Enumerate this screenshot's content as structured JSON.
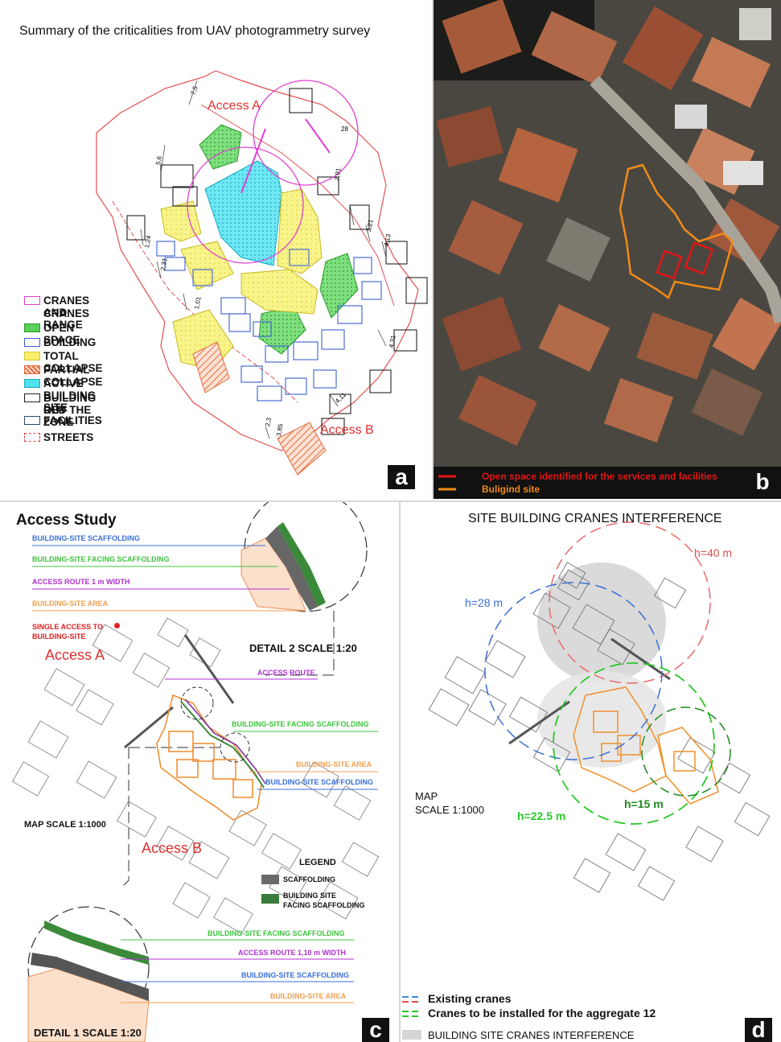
{
  "panel_a": {
    "title": "Summary of the criticalities from UAV photogrammetry survey",
    "access_a": "Access A",
    "access_b": "Access B",
    "legend": [
      {
        "label": "CRANES AND RANGE",
        "label2": "CRANES",
        "swatch": "cranes",
        "color": "#e040d0"
      },
      {
        "label": "OPEN SPACE",
        "label2": "",
        "swatch": "open",
        "color": "#3cc43c"
      },
      {
        "label": "BUILDING",
        "label2": "",
        "swatch": "building",
        "color": "#3a5fd0"
      },
      {
        "label": "TOTAL COLLAPSE",
        "label2": "",
        "swatch": "total",
        "color": "#f6f06a"
      },
      {
        "label": "PARTIAL COLLAPSE",
        "label2": "",
        "swatch": "partial",
        "color": "#e8683a"
      },
      {
        "label": "ACTIVE BUILDING SITE",
        "label2": "",
        "swatch": "active",
        "color": "#4fe3f0"
      },
      {
        "label": "BUILDING OUT THE",
        "label2": "RED ZONE",
        "swatch": "out",
        "color": "#222222"
      },
      {
        "label": "FACILITIES",
        "label2": "",
        "swatch": "facilities",
        "color": "#2a4d6e"
      },
      {
        "label": "STREETS",
        "label2": "",
        "swatch": "streets",
        "color": "#e04040"
      }
    ],
    "dimensions": [
      "7,5",
      "28",
      "5,6",
      "2,91",
      "1,24",
      "2,31",
      "4,13",
      "3,21",
      "1,01",
      "4,31",
      "4,11",
      "2,3",
      "3,85"
    ],
    "letter": "a"
  },
  "panel_b": {
    "legend_red": "Open space identified for the services and facilities",
    "legend_orange": "Buligind site",
    "letter": "b"
  },
  "panel_c": {
    "title": "Access Study",
    "callouts_top": [
      {
        "text": "BUILDING-SITE SCAFFOLDING",
        "color": "#3a6fd8"
      },
      {
        "text": "BUILDING-SITE FACING SCAFFOLDING",
        "color": "#3cc43c"
      },
      {
        "text": "ACCESS ROUTE 1 m WIDTH",
        "color": "#b030d0"
      },
      {
        "text": "BUILDING-SITE AREA",
        "color": "#f0a050"
      },
      {
        "text": "SINGLE ACCESS TO",
        "color": "#e02020"
      },
      {
        "text": "BUILDING-SITE",
        "color": "#e02020"
      }
    ],
    "access_a": "Access A",
    "access_b": "Access B",
    "access_route": "ACCESS ROUTE",
    "callouts_mid": [
      {
        "text": "BUILDING-SITE FACING SCAFFOLDING",
        "color": "#3cc43c"
      },
      {
        "text": "BUILDING-SITE AREA",
        "color": "#f0a050"
      },
      {
        "text": "BUILDING-SITE SCAFFOLDING",
        "color": "#3a6fd8"
      }
    ],
    "detail2": "DETAIL 2 SCALE 1:20",
    "map_scale": "MAP SCALE 1:1000",
    "legend_title": "LEGEND",
    "legend_scaffolding": "SCAFFOLDING",
    "legend_facing_1": "BUILDING SITE",
    "legend_facing_2": "FACING SCAFFOLDING",
    "callouts_bottom": [
      {
        "text": "BUILDING-SITE FACING SCAFFOLDING",
        "color": "#3cc43c"
      },
      {
        "text": "ACCESS ROUTE 1,10 m WIDTH",
        "color": "#b030d0"
      },
      {
        "text": "BUILDING-SITE SCAFFOLDING",
        "color": "#3a6fd8"
      },
      {
        "text": "BUILDING-SITE AREA",
        "color": "#f0a050"
      }
    ],
    "detail1": "DETAIL 1 SCALE 1:20",
    "letter": "c"
  },
  "panel_d": {
    "title": "SITE BUILDING CRANES INTERFERENCE",
    "h40": "h=40 m",
    "h28": "h=28 m",
    "h225": "h=22.5 m",
    "h15": "h=15 m",
    "map_1": "MAP",
    "map_2": "SCALE 1:1000",
    "legend_existing": "Existing cranes",
    "legend_installed": "Cranes to be installed for the aggregate 12",
    "legend_interference": "BUILDING SITE CRANES INTERFERENCE",
    "letter": "d"
  }
}
